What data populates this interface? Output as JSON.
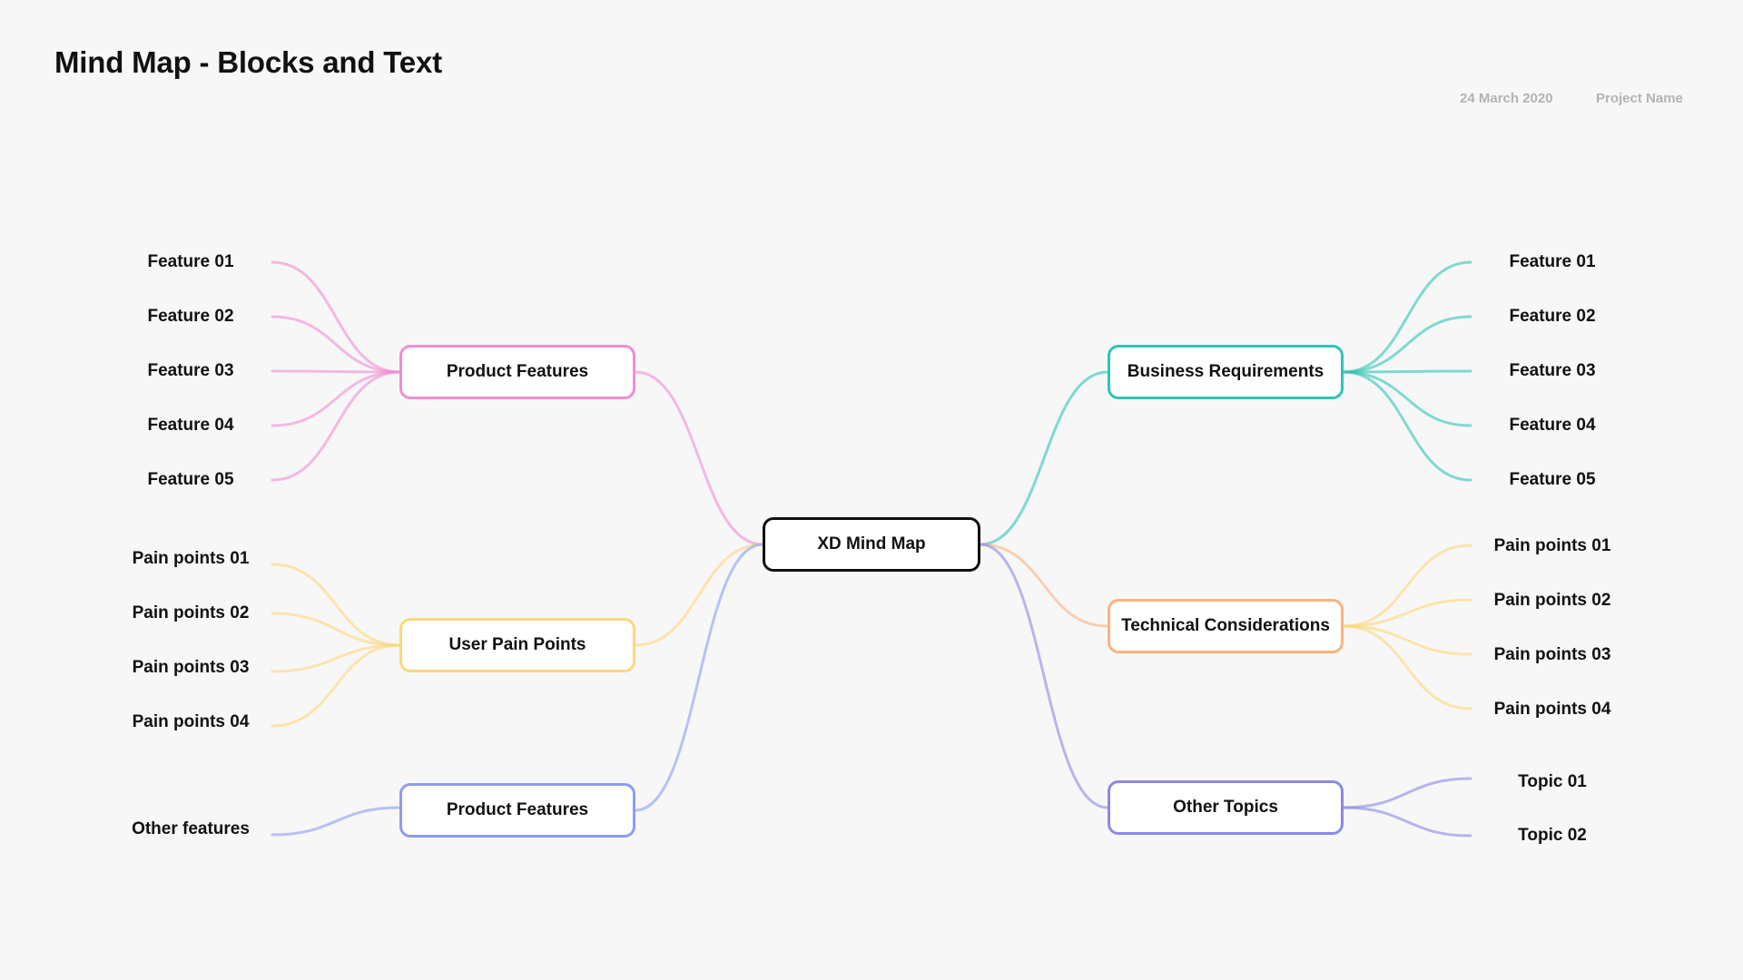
{
  "page": {
    "title": "Mind Map - Blocks and Text",
    "date": "24 March 2020",
    "project": "Project Name"
  },
  "center": {
    "label": "XD Mind Map"
  },
  "colors": {
    "center": "#111111",
    "pink": "#f08dd2",
    "teal": "#2ec4b6",
    "yellow": "#fdd77a",
    "orange": "#fbb27f",
    "blue": "#8e9cf0",
    "indigo": "#8c88e4"
  },
  "branches": {
    "product_features": {
      "label": "Product Features",
      "items": [
        "Feature 01",
        "Feature 02",
        "Feature 03",
        "Feature 04",
        "Feature 05"
      ]
    },
    "user_pain_points": {
      "label": "User Pain Points",
      "items": [
        "Pain points 01",
        "Pain points 02",
        "Pain points 03",
        "Pain points 04"
      ]
    },
    "product_features_2": {
      "label": "Product Features",
      "items": [
        "Other features"
      ]
    },
    "business_requirements": {
      "label": "Business Requirements",
      "items": [
        "Feature 01",
        "Feature 02",
        "Feature 03",
        "Feature 04",
        "Feature 05"
      ]
    },
    "technical_considerations": {
      "label": "Technical Considerations",
      "items": [
        "Pain points 01",
        "Pain points 02",
        "Pain points 03",
        "Pain points 04"
      ]
    },
    "other_topics": {
      "label": "Other Topics",
      "items": [
        "Topic 01",
        "Topic 02"
      ]
    }
  }
}
